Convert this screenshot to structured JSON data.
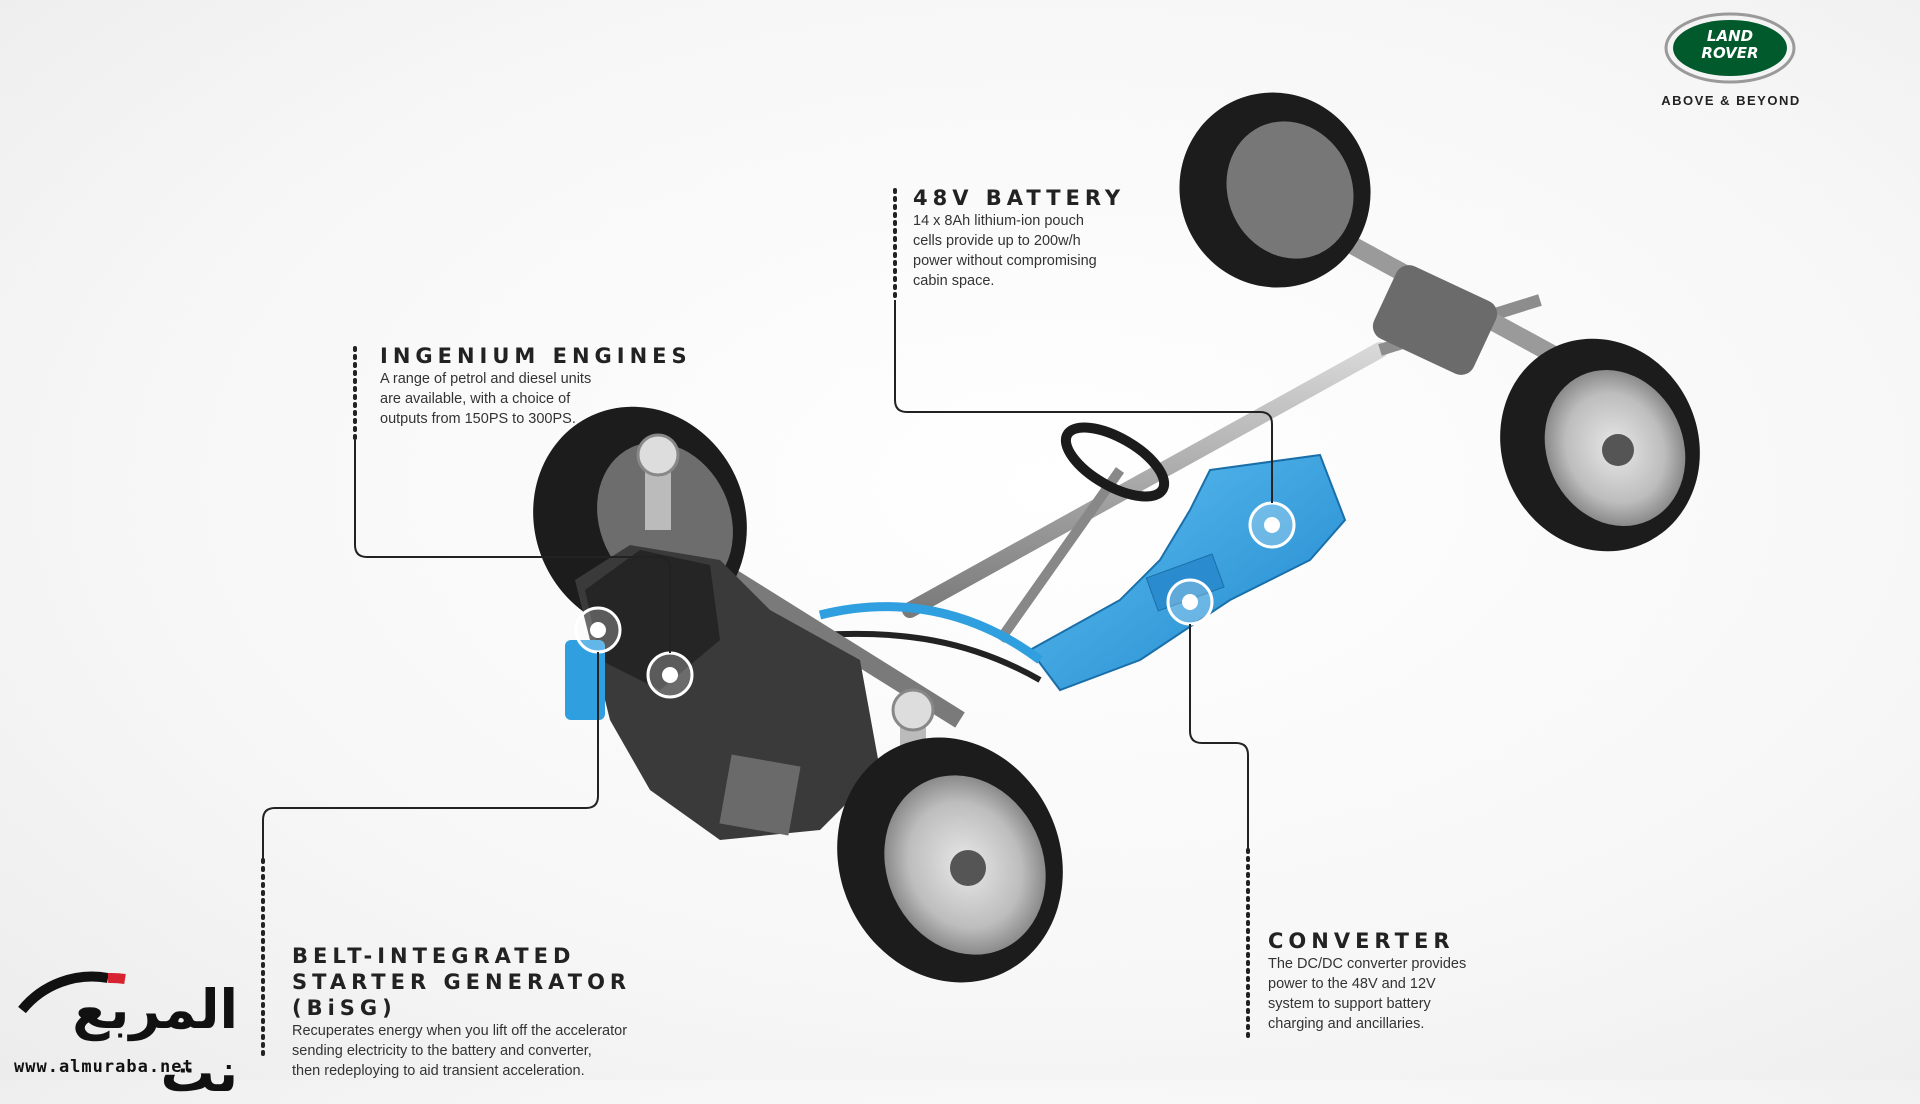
{
  "brand": {
    "logo_text_line1": "LAND",
    "logo_text_line2": "ROVER",
    "tagline": "ABOVE & BEYOND",
    "green": "#005a2b"
  },
  "watermark": {
    "arabic_name": "المربع نت",
    "url": "www.almuraba.net",
    "accent": "#d7232f"
  },
  "callouts": {
    "battery": {
      "title": "48V BATTERY",
      "body": "14 x 8Ah lithium-ion pouch\ncells provide up to 200w/h\npower without compromising\ncabin space."
    },
    "engines": {
      "title": "INGENIUM ENGINES",
      "body": "A range of petrol and diesel units\nare available, with a choice of\noutputs from 150PS to 300PS."
    },
    "bisg": {
      "title_line1": "BELT-INTEGRATED",
      "title_line2": "STARTER GENERATOR (BiSG)",
      "body": "Recuperates energy when you lift off the accelerator\nsending electricity to the battery and converter,\nthen redeploying to aid transient acceleration."
    },
    "converter": {
      "title": "CONVERTER",
      "body": "The DC/DC converter provides\npower to the 48V and 12V\nsystem to support battery\ncharging and ancillaries."
    }
  },
  "colors": {
    "battery_blue": "#2f9fe0",
    "tire": "#1c1c1c",
    "metal": "#9a9a9a"
  }
}
